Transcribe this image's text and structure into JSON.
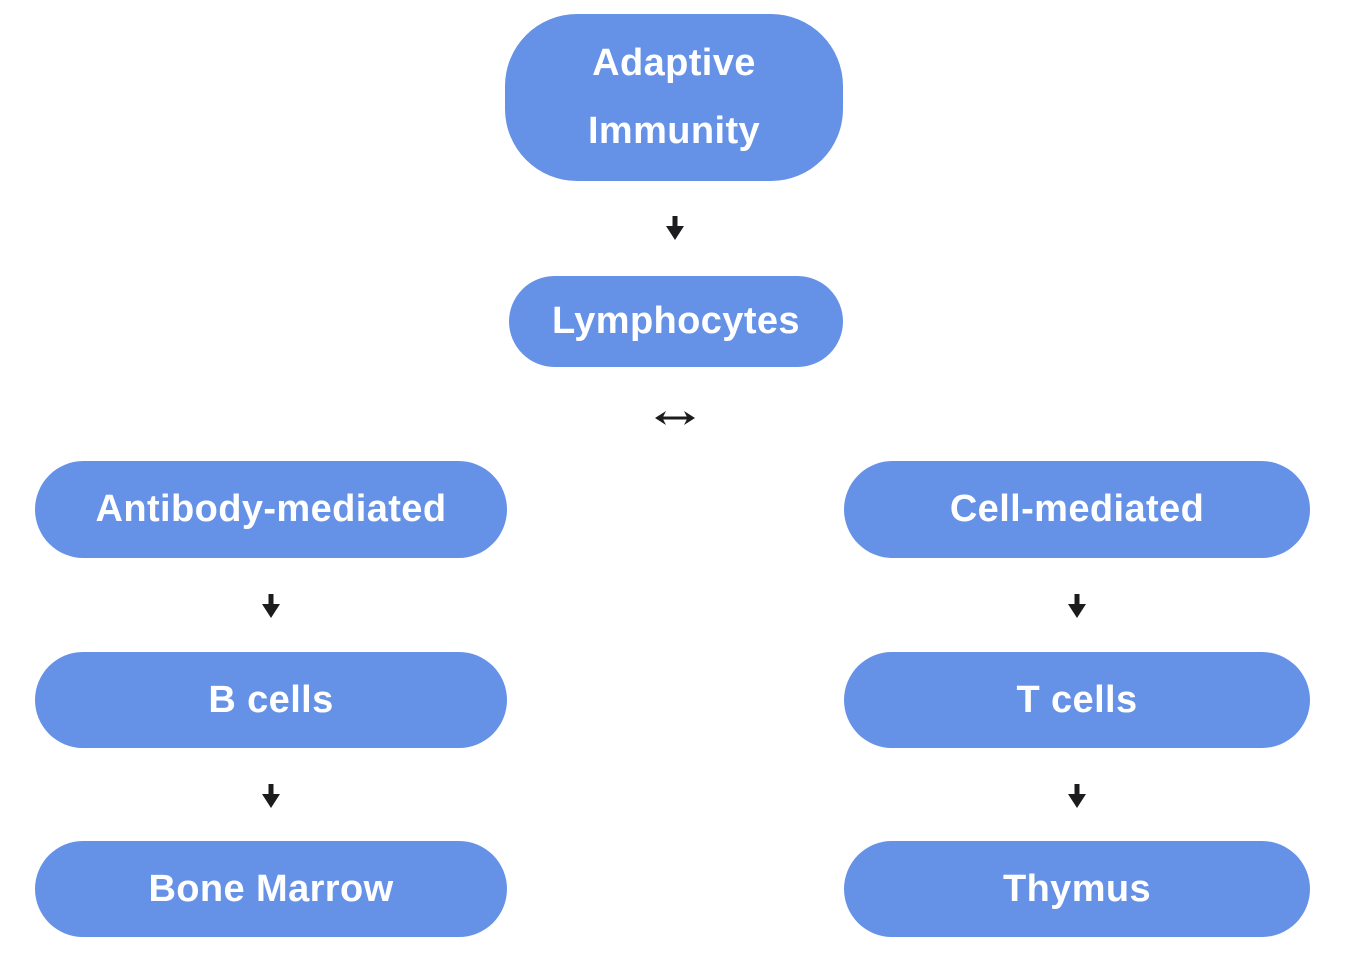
{
  "diagram": {
    "colors": {
      "node_fill": "#6592E6",
      "node_text": "#FFFFFF",
      "arrow": "#1C1C1E",
      "background": "#FFFFFF"
    },
    "nodes": {
      "adaptive_immunity": {
        "lines": [
          "Adaptive",
          "Immunity"
        ]
      },
      "lymphocytes": {
        "label": "Lymphocytes"
      },
      "antibody_mediated": {
        "label": "Antibody-mediated"
      },
      "b_cells": {
        "label": "B cells"
      },
      "bone_marrow": {
        "label": "Bone Marrow"
      },
      "cell_mediated": {
        "label": "Cell-mediated"
      },
      "t_cells": {
        "label": "T cells"
      },
      "thymus": {
        "label": "Thymus"
      }
    },
    "connectors": [
      {
        "from": "adaptive_immunity",
        "to": "lymphocytes",
        "type": "down-arrow"
      },
      {
        "from": "lymphocytes",
        "to": "branches",
        "type": "left-right-arrow"
      },
      {
        "from": "antibody_mediated",
        "to": "b_cells",
        "type": "down-arrow"
      },
      {
        "from": "b_cells",
        "to": "bone_marrow",
        "type": "down-arrow"
      },
      {
        "from": "cell_mediated",
        "to": "t_cells",
        "type": "down-arrow"
      },
      {
        "from": "t_cells",
        "to": "thymus",
        "type": "down-arrow"
      }
    ]
  }
}
